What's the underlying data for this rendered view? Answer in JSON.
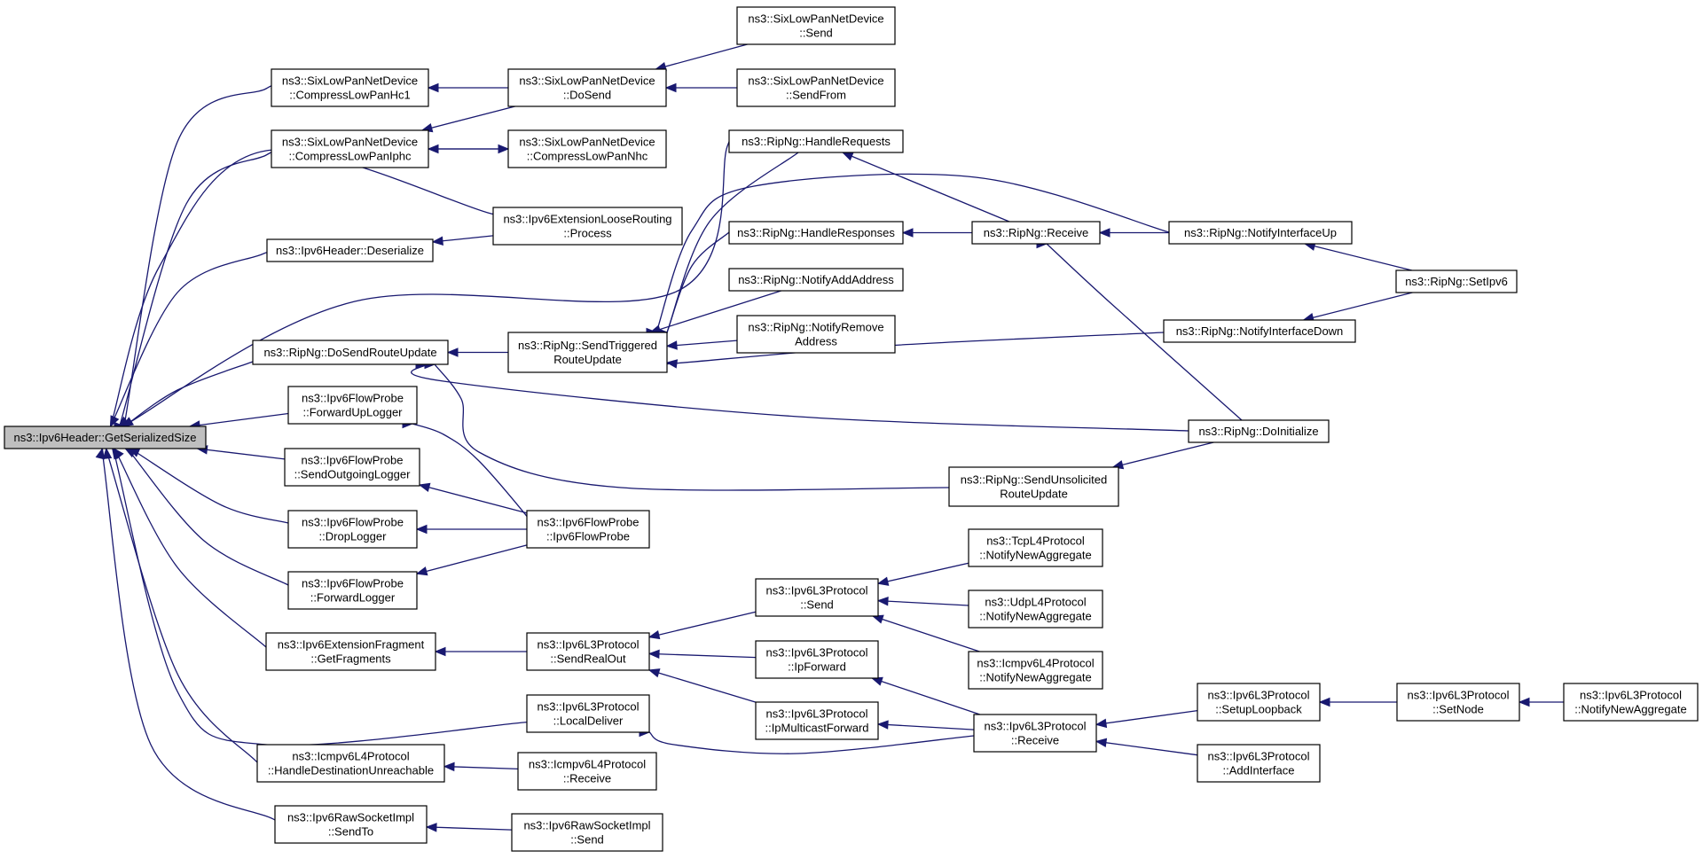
{
  "graph": {
    "nodes": [
      {
        "id": "root",
        "lines": [
          "ns3::Ipv6Header::GetSerializedSize"
        ],
        "root": true
      },
      {
        "id": "compressHc1",
        "lines": [
          "ns3::SixLowPanNetDevice",
          "::CompressLowPanHc1"
        ]
      },
      {
        "id": "compressIphc",
        "lines": [
          "ns3::SixLowPanNetDevice",
          "::CompressLowPanIphc"
        ]
      },
      {
        "id": "ipv6Deserialize",
        "lines": [
          "ns3::Ipv6Header::Deserialize"
        ]
      },
      {
        "id": "doSendRouteUpdate",
        "lines": [
          "ns3::RipNg::DoSendRouteUpdate"
        ]
      },
      {
        "id": "forwardUpLogger",
        "lines": [
          "ns3::Ipv6FlowProbe",
          "::ForwardUpLogger"
        ]
      },
      {
        "id": "sendOutgoingLogger",
        "lines": [
          "ns3::Ipv6FlowProbe",
          "::SendOutgoingLogger"
        ]
      },
      {
        "id": "dropLogger",
        "lines": [
          "ns3::Ipv6FlowProbe",
          "::DropLogger"
        ]
      },
      {
        "id": "forwardLogger",
        "lines": [
          "ns3::Ipv6FlowProbe",
          "::ForwardLogger"
        ]
      },
      {
        "id": "getFragments",
        "lines": [
          "ns3::Ipv6ExtensionFragment",
          "::GetFragments"
        ]
      },
      {
        "id": "handleDestUnreach",
        "lines": [
          "ns3::Icmpv6L4Protocol",
          "::HandleDestinationUnreachable"
        ]
      },
      {
        "id": "rawSendTo",
        "lines": [
          "ns3::Ipv6RawSocketImpl",
          "::SendTo"
        ]
      },
      {
        "id": "doSend",
        "lines": [
          "ns3::SixLowPanNetDevice",
          "::DoSend"
        ]
      },
      {
        "id": "compressNhc",
        "lines": [
          "ns3::SixLowPanNetDevice",
          "::CompressLowPanNhc"
        ]
      },
      {
        "id": "looseRouting",
        "lines": [
          "ns3::Ipv6ExtensionLooseRouting",
          "::Process"
        ]
      },
      {
        "id": "sendTriggered",
        "lines": [
          "ns3::RipNg::SendTriggered",
          "RouteUpdate"
        ]
      },
      {
        "id": "flowProbeCtor",
        "lines": [
          "ns3::Ipv6FlowProbe",
          "::Ipv6FlowProbe"
        ]
      },
      {
        "id": "sendRealOut",
        "lines": [
          "ns3::Ipv6L3Protocol",
          "::SendRealOut"
        ]
      },
      {
        "id": "localDeliver",
        "lines": [
          "ns3::Ipv6L3Protocol",
          "::LocalDeliver"
        ]
      },
      {
        "id": "icmpReceive",
        "lines": [
          "ns3::Icmpv6L4Protocol",
          "::Receive"
        ]
      },
      {
        "id": "rawSend",
        "lines": [
          "ns3::Ipv6RawSocketImpl",
          "::Send"
        ]
      },
      {
        "id": "sixSend",
        "lines": [
          "ns3::SixLowPanNetDevice",
          "::Send"
        ]
      },
      {
        "id": "sixSendFrom",
        "lines": [
          "ns3::SixLowPanNetDevice",
          "::SendFrom"
        ]
      },
      {
        "id": "handleRequests",
        "lines": [
          "ns3::RipNg::HandleRequests"
        ]
      },
      {
        "id": "handleResponses",
        "lines": [
          "ns3::RipNg::HandleResponses"
        ]
      },
      {
        "id": "notifyAddAddress",
        "lines": [
          "ns3::RipNg::NotifyAddAddress"
        ]
      },
      {
        "id": "notifyRemoveAddress",
        "lines": [
          "ns3::RipNg::NotifyRemove",
          "Address"
        ]
      },
      {
        "id": "l3Send",
        "lines": [
          "ns3::Ipv6L3Protocol",
          "::Send"
        ]
      },
      {
        "id": "ipForward",
        "lines": [
          "ns3::Ipv6L3Protocol",
          "::IpForward"
        ]
      },
      {
        "id": "ipMulticastForward",
        "lines": [
          "ns3::Ipv6L3Protocol",
          "::IpMulticastForward"
        ]
      },
      {
        "id": "ripReceive",
        "lines": [
          "ns3::RipNg::Receive"
        ]
      },
      {
        "id": "sendUnsolicited",
        "lines": [
          "ns3::RipNg::SendUnsolicited",
          "RouteUpdate"
        ]
      },
      {
        "id": "tcpNotify",
        "lines": [
          "ns3::TcpL4Protocol",
          "::NotifyNewAggregate"
        ]
      },
      {
        "id": "udpNotify",
        "lines": [
          "ns3::UdpL4Protocol",
          "::NotifyNewAggregate"
        ]
      },
      {
        "id": "icmpNotify",
        "lines": [
          "ns3::Icmpv6L4Protocol",
          "::NotifyNewAggregate"
        ]
      },
      {
        "id": "l3Receive",
        "lines": [
          "ns3::Ipv6L3Protocol",
          "::Receive"
        ]
      },
      {
        "id": "notifyIfUp",
        "lines": [
          "ns3::RipNg::NotifyInterfaceUp"
        ]
      },
      {
        "id": "notifyIfDown",
        "lines": [
          "ns3::RipNg::NotifyInterfaceDown"
        ]
      },
      {
        "id": "doInitialize",
        "lines": [
          "ns3::RipNg::DoInitialize"
        ]
      },
      {
        "id": "setupLoopback",
        "lines": [
          "ns3::Ipv6L3Protocol",
          "::SetupLoopback"
        ]
      },
      {
        "id": "addInterface",
        "lines": [
          "ns3::Ipv6L3Protocol",
          "::AddInterface"
        ]
      },
      {
        "id": "setIpv6",
        "lines": [
          "ns3::RipNg::SetIpv6"
        ]
      },
      {
        "id": "setNode",
        "lines": [
          "ns3::Ipv6L3Protocol",
          "::SetNode"
        ]
      },
      {
        "id": "l3NotifyNewAggregate",
        "lines": [
          "ns3::Ipv6L3Protocol",
          "::NotifyNewAggregate"
        ]
      }
    ],
    "edges": [
      {
        "from": "compressHc1",
        "to": "root"
      },
      {
        "from": "compressIphc",
        "to": "root"
      },
      {
        "from": "looseRouting",
        "to": "root"
      },
      {
        "from": "ipv6Deserialize",
        "to": "root"
      },
      {
        "from": "handleRequests",
        "to": "root"
      },
      {
        "from": "doSendRouteUpdate",
        "to": "root"
      },
      {
        "from": "forwardUpLogger",
        "to": "root"
      },
      {
        "from": "sendOutgoingLogger",
        "to": "root"
      },
      {
        "from": "dropLogger",
        "to": "root"
      },
      {
        "from": "forwardLogger",
        "to": "root"
      },
      {
        "from": "getFragments",
        "to": "root"
      },
      {
        "from": "localDeliver",
        "to": "root"
      },
      {
        "from": "handleDestUnreach",
        "to": "root"
      },
      {
        "from": "rawSendTo",
        "to": "root"
      },
      {
        "from": "doSend",
        "to": "compressHc1"
      },
      {
        "from": "doSend",
        "to": "compressIphc"
      },
      {
        "from": "compressNhc",
        "to": "compressIphc"
      },
      {
        "from": "compressIphc",
        "to": "compressNhc"
      },
      {
        "from": "sixSend",
        "to": "doSend"
      },
      {
        "from": "sixSendFrom",
        "to": "doSend"
      },
      {
        "from": "looseRouting",
        "to": "ipv6Deserialize"
      },
      {
        "from": "sendTriggered",
        "to": "doSendRouteUpdate"
      },
      {
        "from": "doInitialize",
        "to": "doSendRouteUpdate"
      },
      {
        "from": "sendUnsolicited",
        "to": "doSendRouteUpdate"
      },
      {
        "from": "handleRequests",
        "to": "sendTriggered"
      },
      {
        "from": "notifyIfUp",
        "to": "sendTriggered"
      },
      {
        "from": "handleResponses",
        "to": "sendTriggered"
      },
      {
        "from": "notifyAddAddress",
        "to": "sendTriggered"
      },
      {
        "from": "notifyRemoveAddress",
        "to": "sendTriggered"
      },
      {
        "from": "notifyIfDown",
        "to": "sendTriggered"
      },
      {
        "from": "ripReceive",
        "to": "handleRequests"
      },
      {
        "from": "ripReceive",
        "to": "handleResponses"
      },
      {
        "from": "notifyIfUp",
        "to": "ripReceive"
      },
      {
        "from": "doInitialize",
        "to": "ripReceive"
      },
      {
        "from": "setIpv6",
        "to": "notifyIfUp"
      },
      {
        "from": "setIpv6",
        "to": "notifyIfDown"
      },
      {
        "from": "doInitialize",
        "to": "sendUnsolicited"
      },
      {
        "from": "flowProbeCtor",
        "to": "forwardUpLogger"
      },
      {
        "from": "flowProbeCtor",
        "to": "sendOutgoingLogger"
      },
      {
        "from": "flowProbeCtor",
        "to": "dropLogger"
      },
      {
        "from": "flowProbeCtor",
        "to": "forwardLogger"
      },
      {
        "from": "sendRealOut",
        "to": "getFragments"
      },
      {
        "from": "l3Send",
        "to": "sendRealOut"
      },
      {
        "from": "ipForward",
        "to": "sendRealOut"
      },
      {
        "from": "ipMulticastForward",
        "to": "sendRealOut"
      },
      {
        "from": "tcpNotify",
        "to": "l3Send"
      },
      {
        "from": "udpNotify",
        "to": "l3Send"
      },
      {
        "from": "icmpNotify",
        "to": "l3Send"
      },
      {
        "from": "l3Receive",
        "to": "ipForward"
      },
      {
        "from": "l3Receive",
        "to": "ipMulticastForward"
      },
      {
        "from": "l3Receive",
        "to": "localDeliver"
      },
      {
        "from": "setupLoopback",
        "to": "l3Receive"
      },
      {
        "from": "addInterface",
        "to": "l3Receive"
      },
      {
        "from": "setNode",
        "to": "setupLoopback"
      },
      {
        "from": "l3NotifyNewAggregate",
        "to": "setNode"
      },
      {
        "from": "icmpReceive",
        "to": "handleDestUnreach"
      },
      {
        "from": "rawSend",
        "to": "rawSendTo"
      }
    ]
  }
}
